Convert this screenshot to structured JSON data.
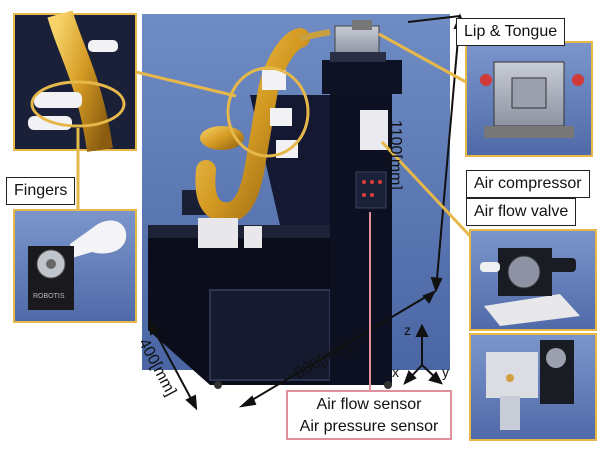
{
  "labels": {
    "lip_tongue": "Lip & Tongue",
    "fingers": "Fingers",
    "air_compressor": "Air compressor",
    "air_flow_valve": "Air flow valve",
    "air_flow_sensor": "Air flow sensor",
    "air_pressure_sensor": "Air pressure sensor"
  },
  "dimensions": {
    "height": "1100[mm]",
    "depth": "400[mm]",
    "width": "800[mm]"
  },
  "axes": {
    "z": "z",
    "x": "x",
    "y": "y"
  },
  "servo_text": {
    "brand": "ROBOTIS"
  },
  "colors": {
    "callout_gold": "#e6b84a",
    "sensor_pink": "#e0909a",
    "background": "#ffffff",
    "cabinet": "#0b0d1a",
    "photo_bg": "#5a78b4"
  }
}
